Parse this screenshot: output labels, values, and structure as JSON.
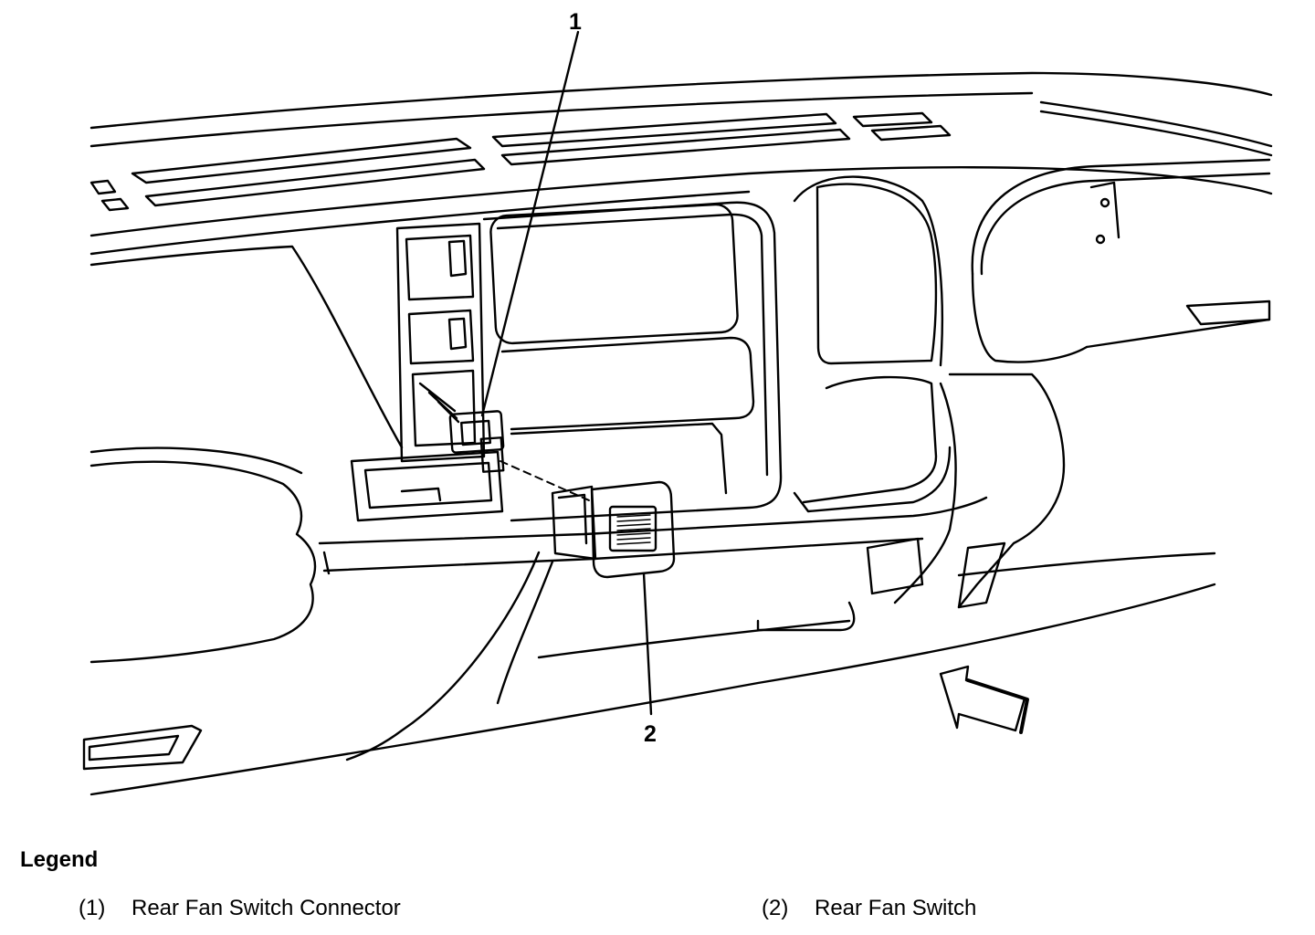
{
  "callouts": [
    {
      "id": "1",
      "label": "1"
    },
    {
      "id": "2",
      "label": "2"
    }
  ],
  "legend": {
    "title": "Legend",
    "items": [
      {
        "number": "(1)",
        "text": "Rear Fan Switch Connector"
      },
      {
        "number": "(2)",
        "text": "Rear Fan Switch"
      }
    ]
  },
  "colors": {
    "line": "#000000",
    "background": "#ffffff"
  }
}
